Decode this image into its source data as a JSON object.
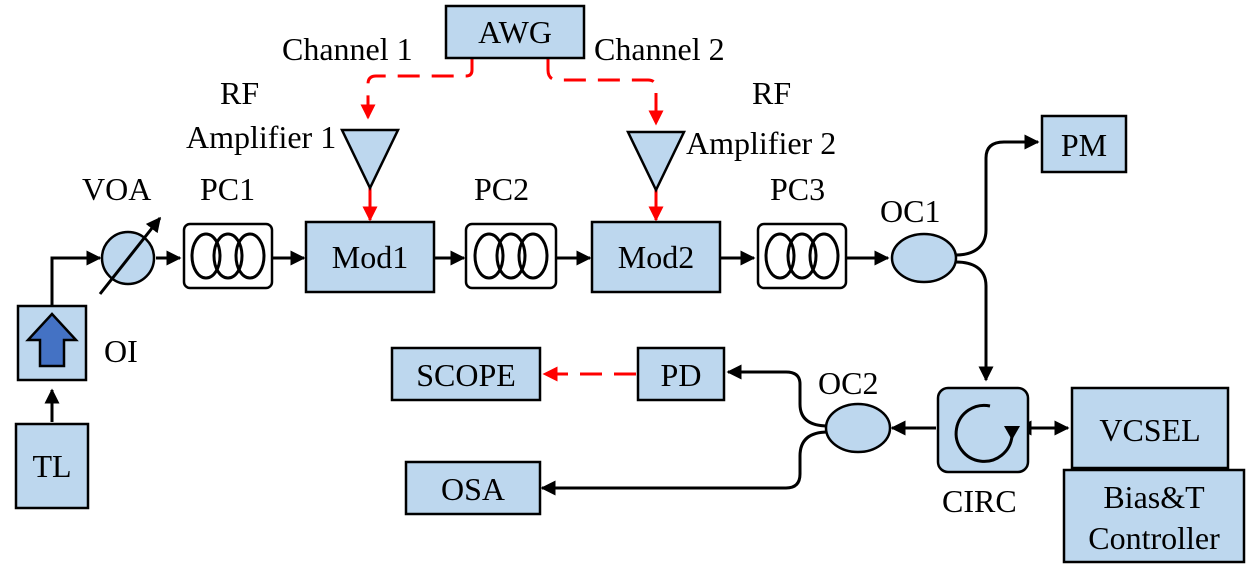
{
  "components": {
    "awg": "AWG",
    "tl": "TL",
    "oi": "OI",
    "voa": "VOA",
    "pc1": "PC1",
    "mod1": "Mod1",
    "pc2": "PC2",
    "mod2": "Mod2",
    "pc3": "PC3",
    "oc1": "OC1",
    "pm": "PM",
    "circ": "CIRC",
    "vcsel": "VCSEL",
    "bias_line1": "Bias&T",
    "bias_line2": "Controller",
    "oc2": "OC2",
    "pd": "PD",
    "scope": "SCOPE",
    "osa": "OSA"
  },
  "labels": {
    "channel1": "Channel 1",
    "channel2": "Channel 2",
    "rf1_line1": "RF",
    "rf1_line2": "Amplifier 1",
    "rf2_line1": "RF",
    "rf2_line2": "Amplifier 2"
  },
  "colors": {
    "box_fill": "#bdd7ee",
    "isolator_arrow": "#4472c4",
    "rf_signal": "#ff0000",
    "optical_path": "#000000"
  }
}
